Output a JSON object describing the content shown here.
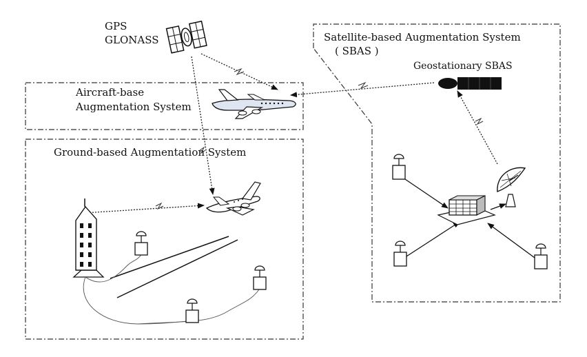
{
  "labels": {
    "gps": "GPS",
    "glonass": "GLONASS",
    "sbas_title_line1": "Satellite-based Augmentation System",
    "sbas_title_line2": "( SBAS )",
    "geostationary_sbas": "Geostationary SBAS",
    "abas_line1": "Aircraft-base",
    "abas_line2": "Augmentation System",
    "gbas_title": "Ground-based Augmentation System"
  },
  "colors": {
    "ink": "#111111",
    "panel_bg": "#dfe6f2",
    "airplane_fill": "#ffffff",
    "satellite_dark": "#111111"
  },
  "icons": [
    "gps-satellite-icon",
    "geostationary-satellite-icon",
    "airplane-icon",
    "control-tower-icon",
    "ground-station-icon",
    "satellite-dish-icon",
    "central-processing-building-icon"
  ]
}
